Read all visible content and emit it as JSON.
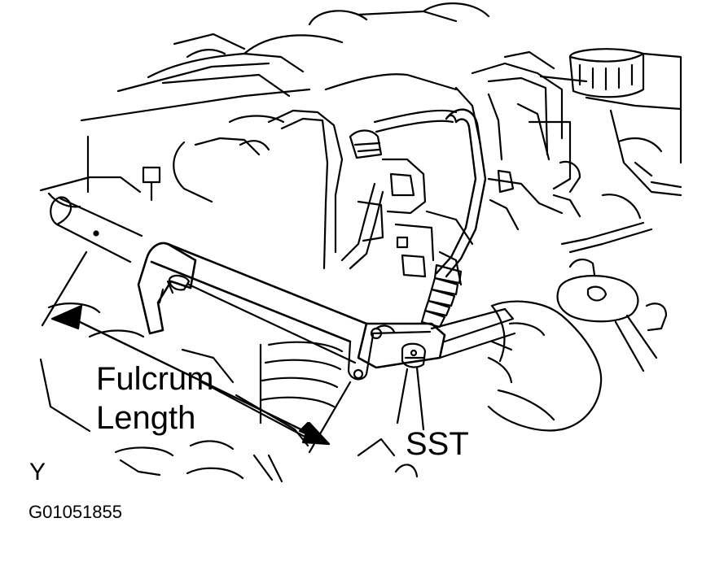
{
  "figure": {
    "callouts": {
      "fulcrum_line1": "Fulcrum",
      "fulcrum_line2": "Length",
      "sst": "SST"
    },
    "view_letter": "Y",
    "figure_code": "G01051855",
    "line_color": "#000000",
    "background_color": "#ffffff"
  }
}
